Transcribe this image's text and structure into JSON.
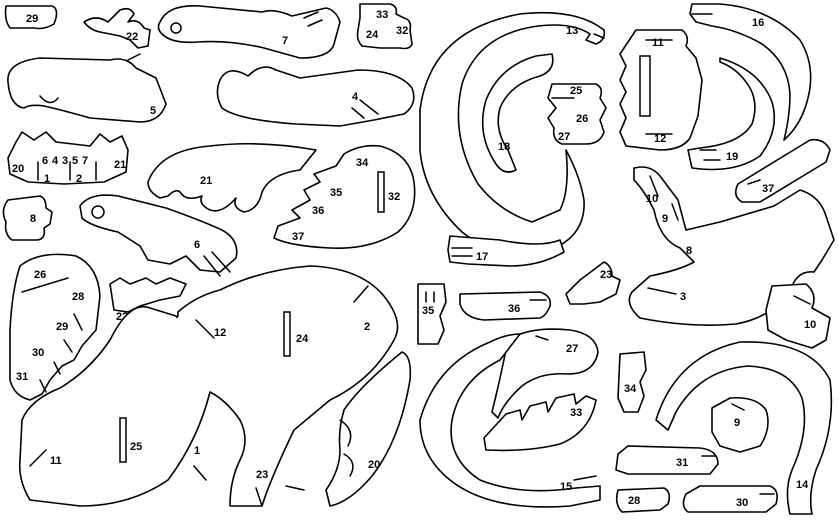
{
  "labels": {
    "l29": "29",
    "l22a": "22",
    "l7": "7",
    "l33a": "33",
    "l24a": "24",
    "l32a": "32",
    "l13": "13",
    "l16": "16",
    "l5": "5",
    "l4": "4",
    "l11a": "11",
    "l25a": "25",
    "l26a": "26",
    "l27a": "27",
    "l12a": "12",
    "l18": "18",
    "l19": "19",
    "l6431": "6",
    "l6432": "4",
    "l6433": "3",
    "l6434": "5",
    "l6435": "7",
    "l20a": "20",
    "l1a": "1",
    "l2a": "2",
    "l21a": "21",
    "l21b": "21",
    "l34a": "34",
    "l35a": "35",
    "l36a": "36",
    "l37a": "37",
    "l32b": "32",
    "l8a": "8",
    "l6b": "6",
    "l10a": "10",
    "l9": "9",
    "l8b": "8",
    "l37b": "37",
    "l17": "17",
    "l26b": "26",
    "l28a": "28",
    "l29b": "29",
    "l30a": "30",
    "l31a": "31",
    "l22b": "22",
    "l12b": "12",
    "l24b": "24",
    "l2b": "2",
    "l35b": "35",
    "l36b": "36",
    "l23a": "23",
    "l3": "3",
    "l10b": "10",
    "l27b": "27",
    "l33b": "33",
    "l34b": "34",
    "l9b": "9",
    "l11b": "11",
    "l25b": "25",
    "l1b": "1",
    "l23b": "23",
    "l20b": "20",
    "l15": "15",
    "l31b": "31",
    "l28b": "28",
    "l30b": "30",
    "l14": "14"
  }
}
